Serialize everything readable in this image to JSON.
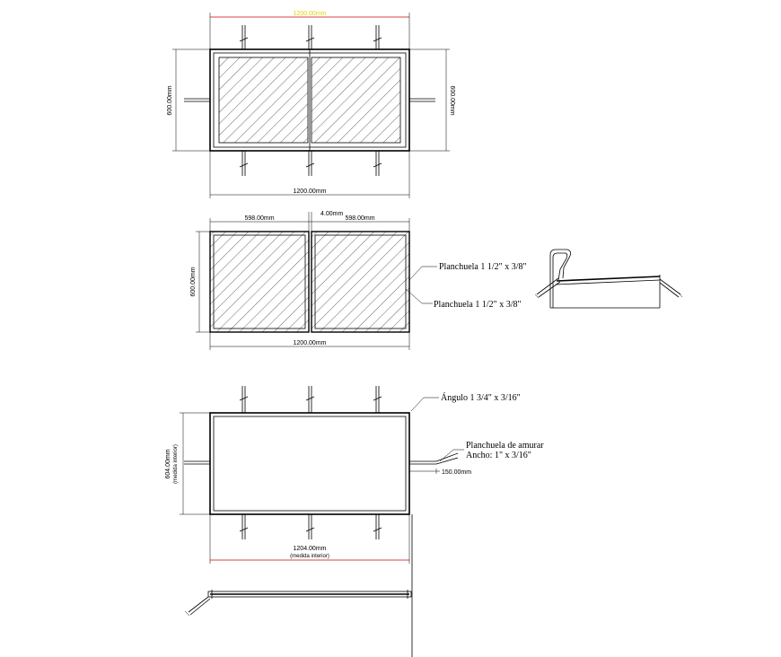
{
  "colors": {
    "line": "#000000",
    "red_dim": "#cc0000",
    "yellow_text": "#e6d400",
    "hatch": "#000000"
  },
  "view1": {
    "top_dim": "1200.00mm",
    "left_dim": "600.00mm",
    "right_dim": "600.00mm",
    "bottom_dim": "1200.00mm"
  },
  "view2": {
    "left_panel_dim": "598.00mm",
    "gap_dim": "4.00mm",
    "right_panel_dim": "598.00mm",
    "left_dim": "600.00mm",
    "bottom_dim": "1200.00mm",
    "label_1": "Planchuela 1 1/2\" x 3/8\"",
    "label_2": "Planchuela 1 1/2\" x 3/8\""
  },
  "view3": {
    "angle_label": "Ángulo 1 3/4\" x 3/16\"",
    "anchor_label_1": "Planchuela de amurar",
    "anchor_label_2": "Ancho: 1\" x 3/16\"",
    "anchor_dim": "150.00mm",
    "left_dim": "604.00mm",
    "left_dim_note": "(medida interior)",
    "bottom_dim": "1204.00mm",
    "bottom_dim_note": "(medida interior)"
  }
}
